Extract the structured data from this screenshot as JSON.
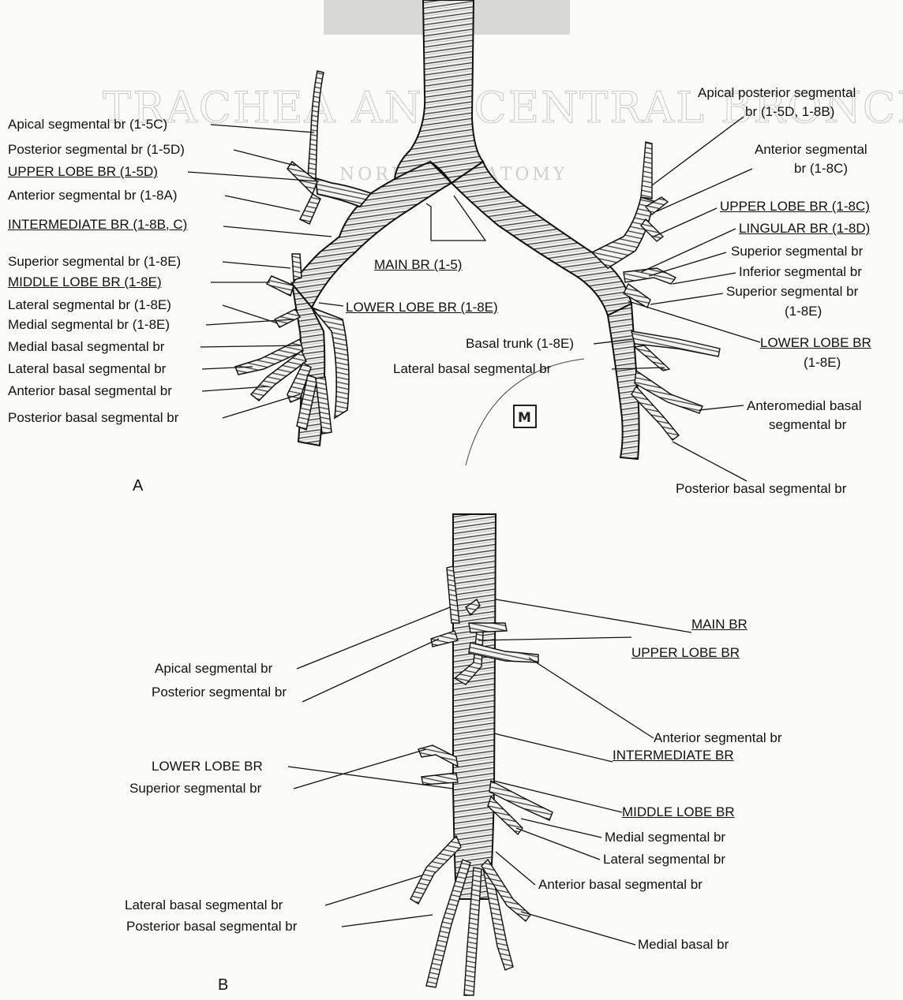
{
  "panel_a": {
    "tag": "A",
    "left_labels": [
      {
        "text": "Apical segmental br (1-5C)"
      },
      {
        "text": "Posterior segmental br (1-5D)"
      },
      {
        "text": "UPPER LOBE BR (1-5D)"
      },
      {
        "text": "Anterior segmental br (1-8A)"
      },
      {
        "text": "INTERMEDIATE BR (1-8B, C)"
      },
      {
        "text": "Superior segmental br (1-8E)"
      },
      {
        "text": "MIDDLE LOBE BR (1-8E)"
      },
      {
        "text": "Lateral segmental br (1-8E)"
      },
      {
        "text": "Medial segmental br (1-8E)"
      },
      {
        "text": "Medial basal segmental br"
      },
      {
        "text": "Lateral basal segmental br"
      },
      {
        "text": "Anterior basal segmental br"
      },
      {
        "text": "Posterior basal segmental br"
      }
    ],
    "center_labels": {
      "main_br": "MAIN BR (1-5)",
      "lower_lobe_br": "LOWER LOBE BR (1-8E)",
      "basal_trunk": "Basal trunk (1-8E)",
      "lateral_basal": "Lateral basal segmental br"
    },
    "right_labels": {
      "apical_posterior_1": "Apical posterior segmental",
      "apical_posterior_2": "br (1-5D, 1-8B)",
      "anterior_1": "Anterior segmental",
      "anterior_2": "br (1-8C)",
      "upper_lobe": "UPPER LOBE BR (1-8C)",
      "lingular": "LINGULAR BR (1-8D)",
      "superior_segmental": "Superior segmental br",
      "inferior_segmental": "Inferior segmental br",
      "superior_segmental_2a": "Superior segmental br",
      "superior_segmental_2b": "(1-8E)",
      "lower_lobe_a": "LOWER LOBE BR",
      "lower_lobe_b": "(1-8E)",
      "anteromedial_1": "Anteromedial basal",
      "anteromedial_2": "segmental br",
      "posterior_basal": "Posterior basal segmental br"
    }
  },
  "panel_b": {
    "tag": "B",
    "labels": {
      "main_br": "MAIN BR",
      "apical": "Apical segmental br",
      "upper_lobe": "UPPER LOBE BR",
      "posterior": "Posterior segmental br",
      "anterior": "Anterior segmental br",
      "lower_lobe": "LOWER LOBE BR",
      "intermediate": "INTERMEDIATE BR",
      "superior": "Superior segmental br",
      "middle_lobe": "MIDDLE LOBE BR",
      "medial": "Medial segmental br",
      "lateral": "Lateral segmental br",
      "lateral_basal": "Lateral basal segmental br",
      "anterior_basal": "Anterior basal segmental br",
      "posterior_basal": "Posterior basal segmental br",
      "medial_basal": "Medial basal br"
    }
  },
  "watermark": {
    "title": "TRACHEA AND CENTRAL BRONCHI",
    "subtitle": "NORMAL ANATOMY",
    "logo": "M"
  }
}
